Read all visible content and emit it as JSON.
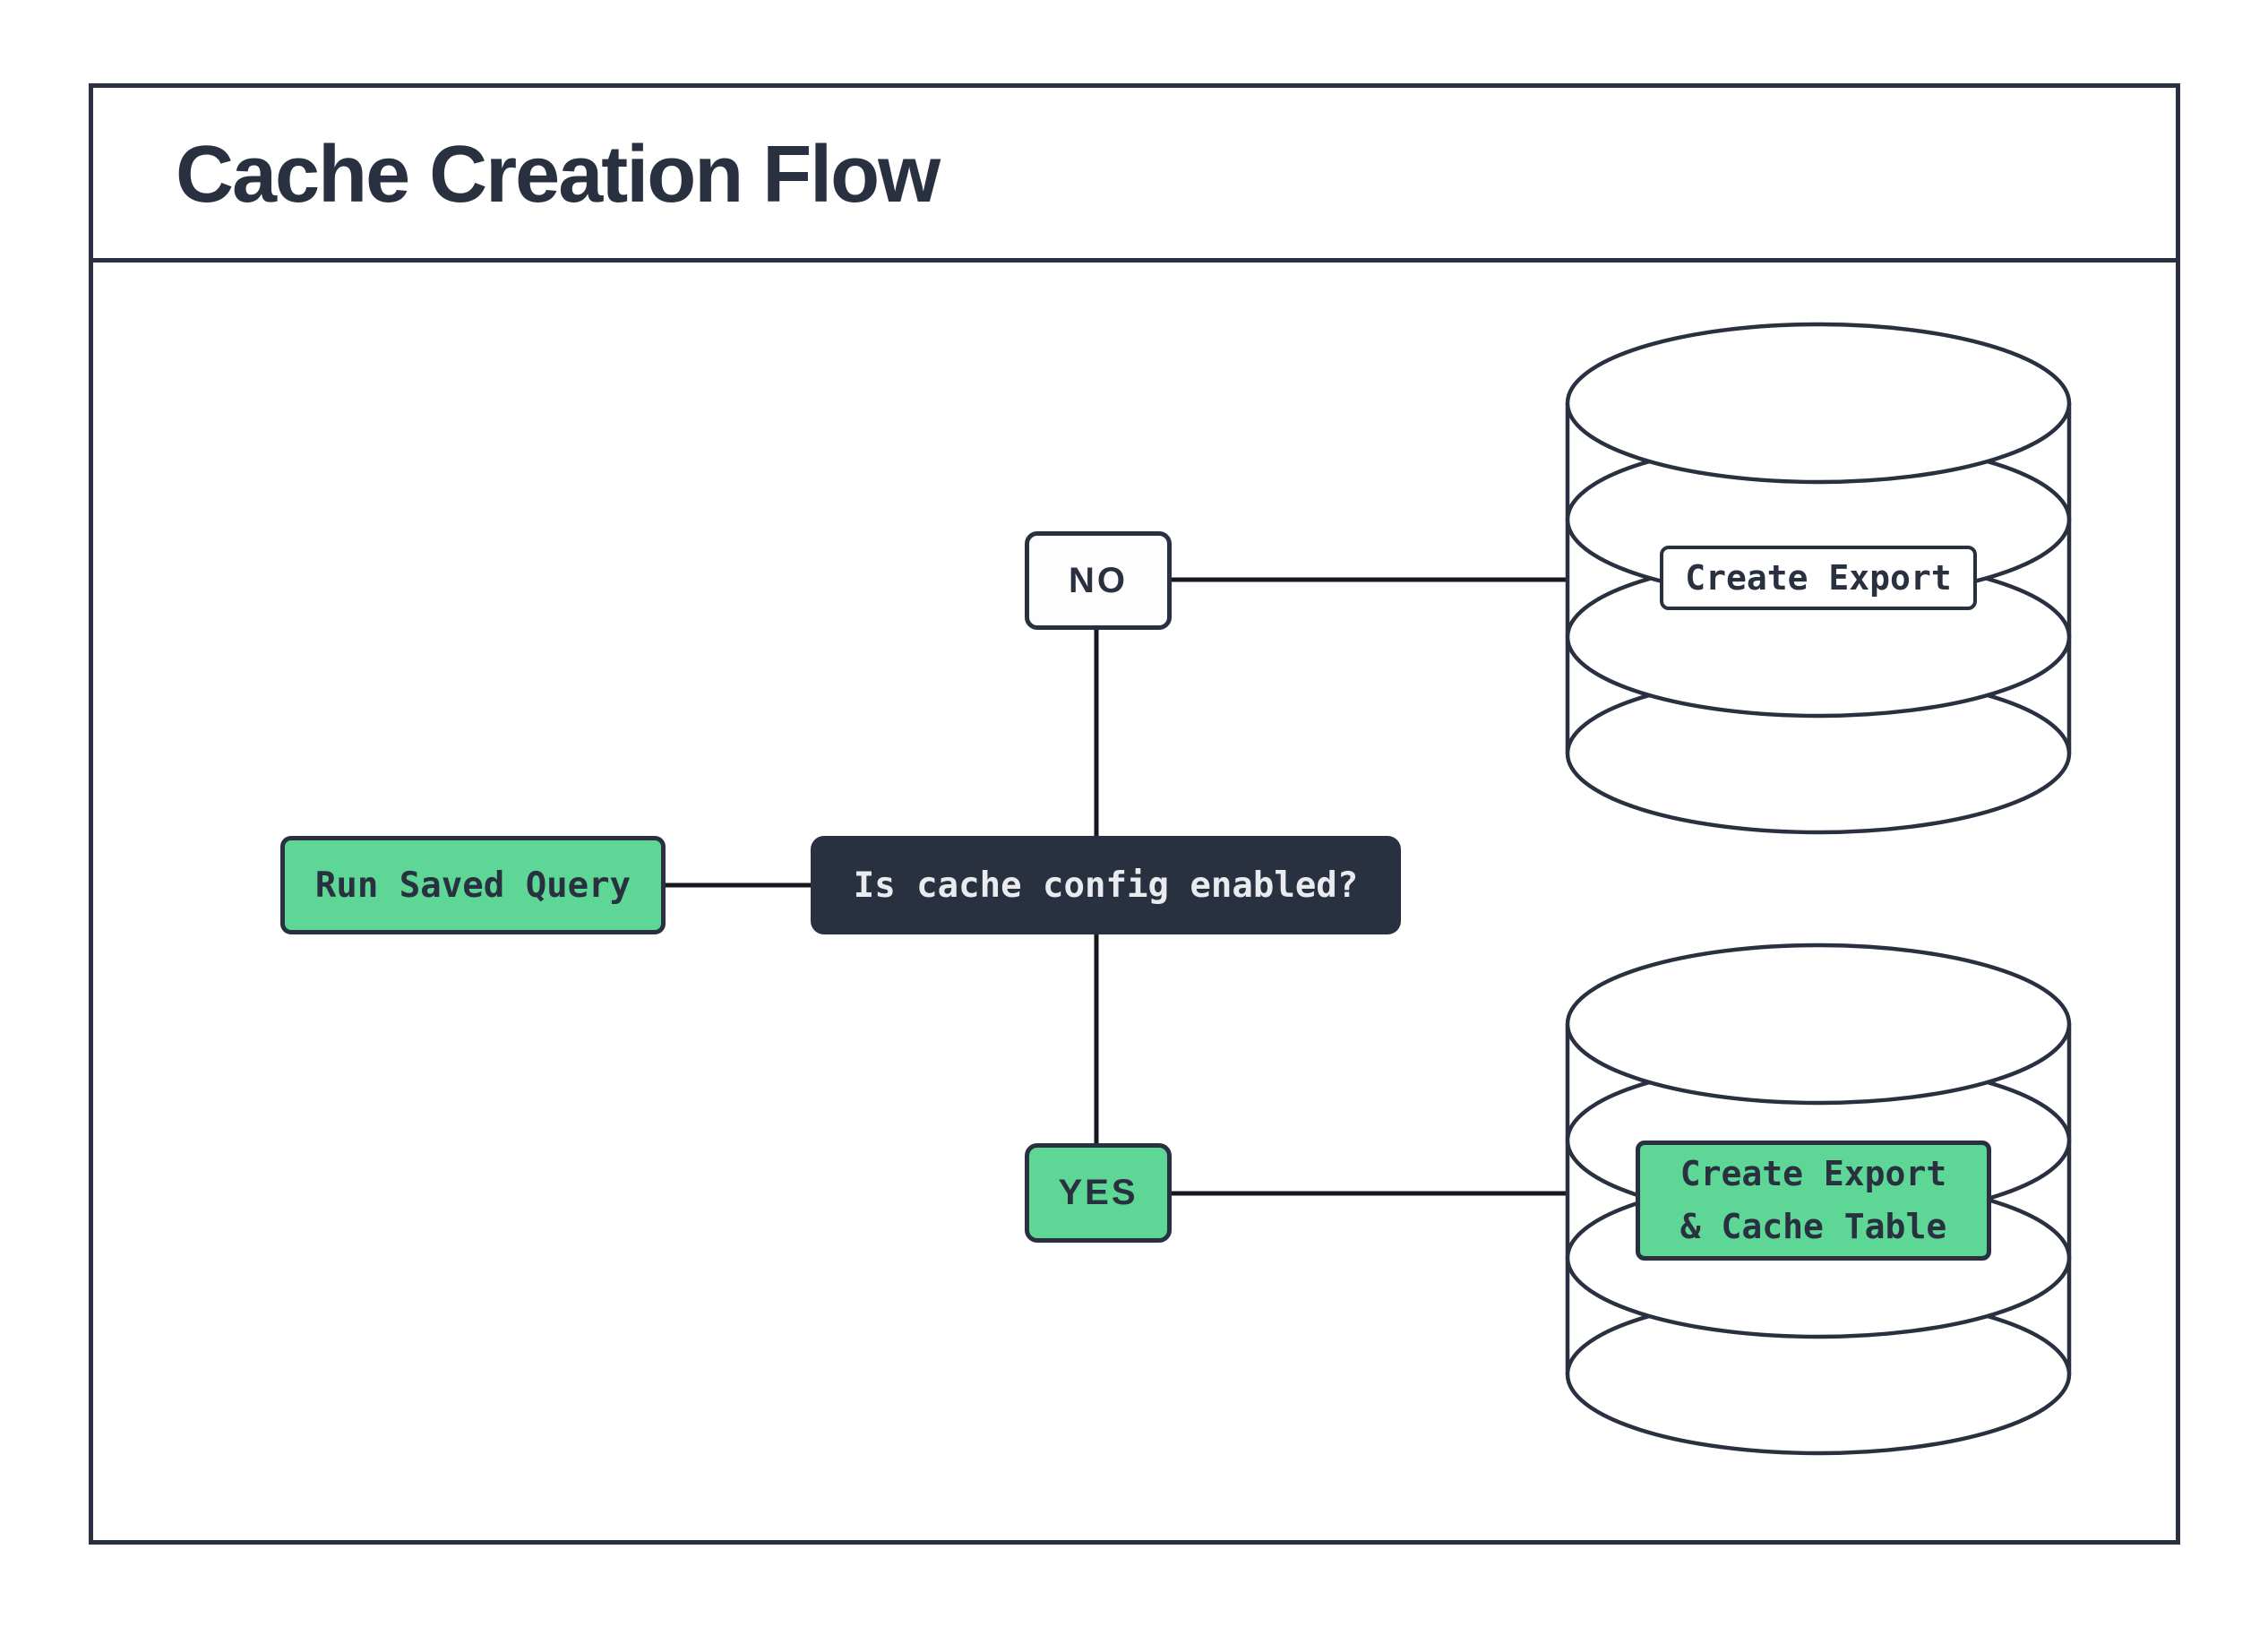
{
  "title": "Cache Creation Flow",
  "colors": {
    "ink": "#293040",
    "green": "#5ed695",
    "connector": "#15181f",
    "decision_bg": "#293040",
    "decision_text": "#e9ebee",
    "background": "#ffffff"
  },
  "nodes": {
    "start": {
      "label": "Run Saved Query"
    },
    "decision": {
      "label": "Is cache config enabled?"
    },
    "no_branch": {
      "label": "NO"
    },
    "yes_branch": {
      "label": "YES"
    },
    "no_result": {
      "label": "Create Export"
    },
    "yes_result": {
      "label": "Create Export & Cache Table",
      "line1": "Create Export",
      "line2": "& Cache Table"
    }
  },
  "shapes": {
    "database_top": "database-cylinder",
    "database_bottom": "database-cylinder"
  }
}
